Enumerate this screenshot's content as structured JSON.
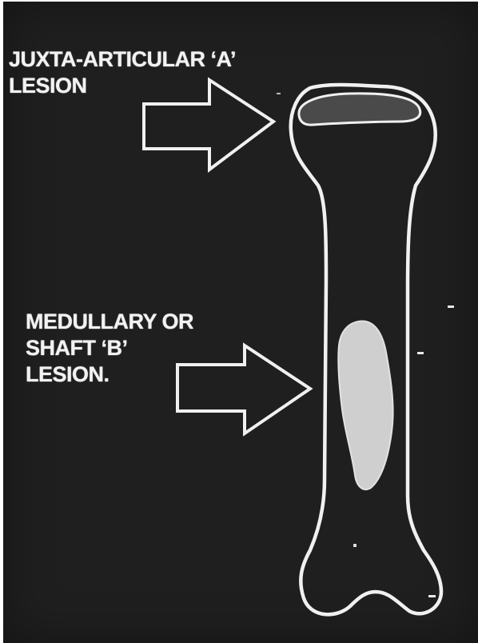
{
  "labels": {
    "a": {
      "line1": "JUXTA-ARTICULAR ‘A’",
      "line2": "LESION"
    },
    "b": {
      "line1": "MEDULLARY OR",
      "line2": "SHAFT ‘B’",
      "line3": "LESION."
    }
  },
  "colors": {
    "background": "#1f1f1f",
    "outline": "#f0f0f0",
    "lesion_a": "#4a4a4a",
    "lesion_b": "#cfcfcf"
  }
}
